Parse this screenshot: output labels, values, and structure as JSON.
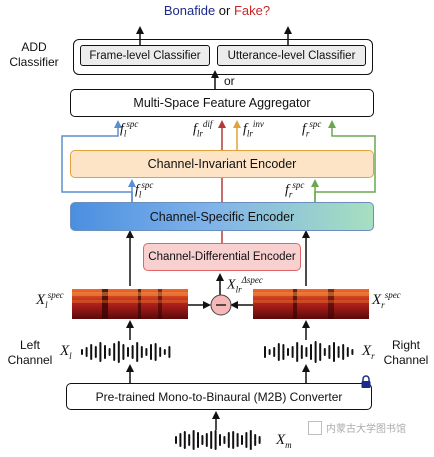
{
  "header": {
    "bonafide": "Bonafide",
    "or": " or ",
    "fake": "Fake?",
    "bonafide_color": "#1b2a8a",
    "fake_color": "#c62828"
  },
  "classifier": {
    "title_line1": "ADD",
    "title_line2": "Classifier",
    "frame_label": "Frame-level Classifier",
    "utterance_label": "Utterance-level Classifier",
    "or_label": "or"
  },
  "aggregator": {
    "label": "Multi-Space Feature Aggregator"
  },
  "features": {
    "f_l_spc_base": "f",
    "f_l_spc_sub": "l",
    "f_l_spc_sup": "spc",
    "f_lr_dif_base": "f",
    "f_lr_dif_sub": "lr",
    "f_lr_dif_sup": "dif",
    "f_lr_inv_base": "f",
    "f_lr_inv_sub": "lr",
    "f_lr_inv_sup": "inv",
    "f_r_spc_base": "f",
    "f_r_spc_sub": "r",
    "f_r_spc_sup": "spc"
  },
  "encoders": {
    "invariant": "Channel-Invariant Encoder",
    "specific": "Channel-Specific Encoder",
    "differential": "Channel-Differential Encoder"
  },
  "spectrograms": {
    "left_base": "X",
    "left_sub": "l",
    "left_sup": "spec",
    "right_base": "X",
    "right_sub": "r",
    "right_sup": "spec",
    "diff_base": "X",
    "diff_sub": "lr",
    "diff_sup": "Δspec",
    "minus": "−"
  },
  "channels": {
    "left_line1": "Left",
    "left_line2": "Channel",
    "right_line1": "Right",
    "right_line2": "Channel",
    "xl_base": "X",
    "xl_sub": "l",
    "xr_base": "X",
    "xr_sub": "r"
  },
  "converter": {
    "label": "Pre-trained Mono-to-Binaural (M2B) Converter",
    "lock_icon": "lock-icon"
  },
  "input": {
    "base": "X",
    "sub": "m"
  },
  "watermark": {
    "text": "内蒙古大学图书馆"
  },
  "colors": {
    "invariant_fill": "#fde4c6",
    "invariant_border": "#e0a23a",
    "specific_grad_left": "#4a8fe0",
    "specific_grad_right": "#a6dfbf",
    "differential_fill": "#f8d0d0",
    "differential_border": "#e06666",
    "blue_arrow": "#5b8fd0",
    "green_arrow": "#6aa84f",
    "orange_arrow": "#e0a23a",
    "red_arrow": "#b33a3a",
    "minus_fill": "#f5b7b7"
  }
}
